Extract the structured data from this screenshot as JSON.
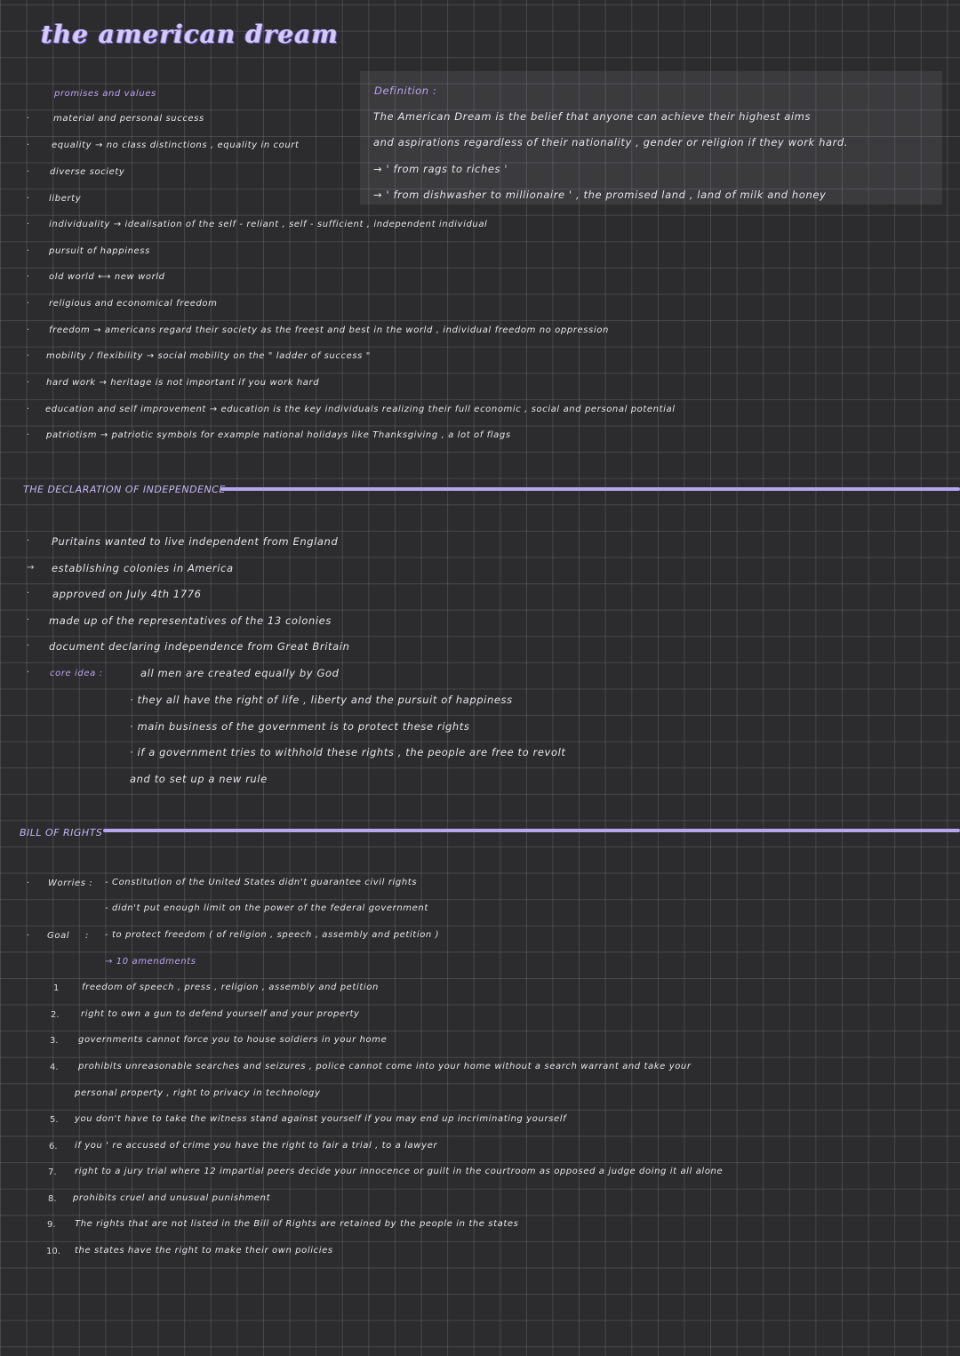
{
  "title": "the american dream",
  "definition": {
    "label": "Definition :",
    "line1": "The  American  Dream  is  the  belief    that    anyone  can    achieve   their  highest  aims",
    "line2": "and    aspirations    regardless  of  their  nationality , gender   or   religion  if  they   work  hard.",
    "line3": "→  ' from   rags   to   riches '",
    "line4": "→  ' from    dishwasher   to    millionaire ' ,  the    promised  land ,  land  of  milk  and  honey"
  },
  "promises": {
    "heading": "promises  and  values",
    "items": [
      "material   and    personal   success",
      "equality  →  no  class  distinctions , equality  in  court",
      "diverse   society",
      "liberty",
      "individuality →  idealisation   of   the  self - reliant ,  self - sufficient  ,  independent   individual",
      "pursuit   of   happiness",
      "old   world  ⟷  new   world",
      "religious   and  economical  freedom",
      "freedom  →   americans   regard     their    society   as    the   freest    and     best   in  the  world , individual  freedom   no  oppression",
      "mobility / flexibility →  social   mobility   on    the  \" ladder    of   success \"",
      "hard   work  →    heritage    is  not   important    if   you    work    hard",
      "education   and   self   improvement →    education    is   the   key    individuals    realizing    their   full   economic ,  social   and  personal  potential",
      "patriotism  →  patriotic    symbols   for  example   national  holidays   like  Thanksgiving ,  a  lot   of  flags"
    ]
  },
  "declaration": {
    "heading": "THE  DECLARATION  OF  INDEPENDENCE",
    "items": [
      "Puritains    wanted      to   live     independent    from  England",
      "establishing   colonies     in   America",
      "approved   on     July  4th   1776",
      "made   up    of   the     representatives   of    the   13   colonies",
      "document   declaring    independence    from    Great   Britain"
    ],
    "core_label": "core  idea :",
    "core": [
      "all    men    are   created   equally   by   God",
      "they   all   have    the   right    of    life ,  liberty   and    the    pursuit   of   happiness",
      "main    business    of    the     government     is     to   protect    these     rights",
      "if   a   government    tries     to    withhold    these     rights  ,  the   people    are     free     to   revolt",
      "and    to    set    up     a     new     rule"
    ]
  },
  "bill": {
    "heading": "BILL   OF   RIGHTS",
    "worries_label": "Worries :",
    "worries": [
      "-  Constitution    of   the     United    States     didn't    guarantee     civil    rights",
      "-  didn't    put      enough     limit     on     the     power     of   the    federal      government"
    ],
    "goal_label": "Goal",
    "goal": "-  to  protect    freedom  ( of   religion ,  speech ,  assembly    and   petition )",
    "amendments_label": "→   10   amendments",
    "amendments": [
      {
        "n": "1",
        "text": "freedom   of   speech ,  press ,  religion ,  assembly    and   petition"
      },
      {
        "n": "2.",
        "text": "right     to    own     a     gun    to    defend    yourself        and     your   property"
      },
      {
        "n": "3.",
        "text": "governments      cannot      force    you      to       house      soldiers     in    your       home"
      },
      {
        "n": "4.",
        "text": "prohibits    unreasonable       searches      and       seizures ,   police     cannot       come        into    your     home      without     a    search      warrant       and       take     your"
      },
      {
        "n": "",
        "text": "personal     property ,  right     to       privacy      in     technology"
      },
      {
        "n": "5.",
        "text": "you     don't    have     to     take     the    witness     stand      against    yourself    if    you    may   end   up   incriminating      yourself"
      },
      {
        "n": "6.",
        "text": "if    you ' re      accused     of     crime     you   have     the      right    to   fair   a   trial ,   to   a   lawyer"
      },
      {
        "n": "7.",
        "text": "right    to    a    jury     trial      where     12     impartial     peers    decide     your    innocence      or    guilt     in     the      courtroom    as   opposed   a    judge    doing   it   all  alone"
      },
      {
        "n": "8.",
        "text": "prohibits    cruel     and      unusual       punishment"
      },
      {
        "n": "9.",
        "text": "The    rights     that    are   not    listed    in    the    Bill    of   Rights    are     retained    by    the   people    in    the    states"
      },
      {
        "n": "10.",
        "text": "the    states    have    the    right    to   make     their     own     policies"
      }
    ]
  }
}
